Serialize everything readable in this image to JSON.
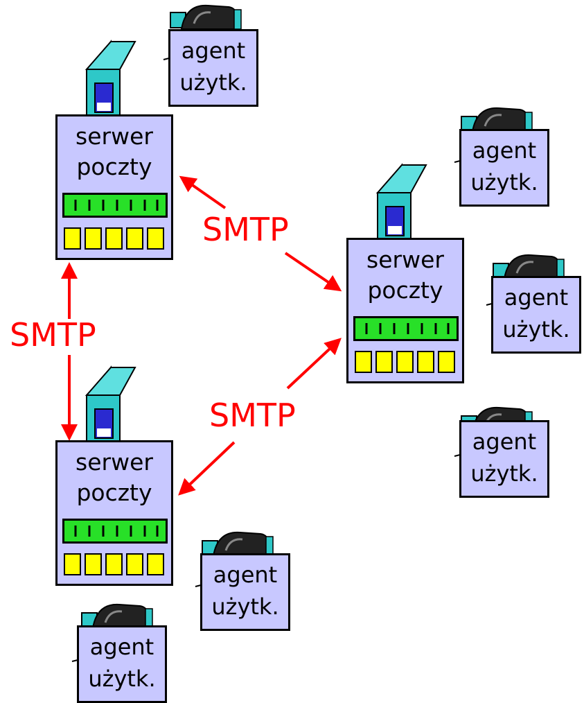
{
  "servers": [
    {
      "line1": "serwer",
      "line2": "poczty"
    },
    {
      "line1": "serwer",
      "line2": "poczty"
    },
    {
      "line1": "serwer",
      "line2": "poczty"
    }
  ],
  "agents": [
    {
      "line1": "agent",
      "line2": "użytk."
    },
    {
      "line1": "agent",
      "line2": "użytk."
    },
    {
      "line1": "agent",
      "line2": "użytk."
    },
    {
      "line1": "agent",
      "line2": "użytk."
    },
    {
      "line1": "agent",
      "line2": "użytk."
    },
    {
      "line1": "agent",
      "line2": "użytk."
    }
  ],
  "links": [
    {
      "label": "SMTP"
    },
    {
      "label": "SMTP"
    },
    {
      "label": "SMTP"
    }
  ],
  "colors": {
    "box_fill": "#c8c8ff",
    "tower": "#2ec8c8",
    "led_bar": "#28e028",
    "slot": "#ffff00",
    "arrow": "#ff0000"
  }
}
